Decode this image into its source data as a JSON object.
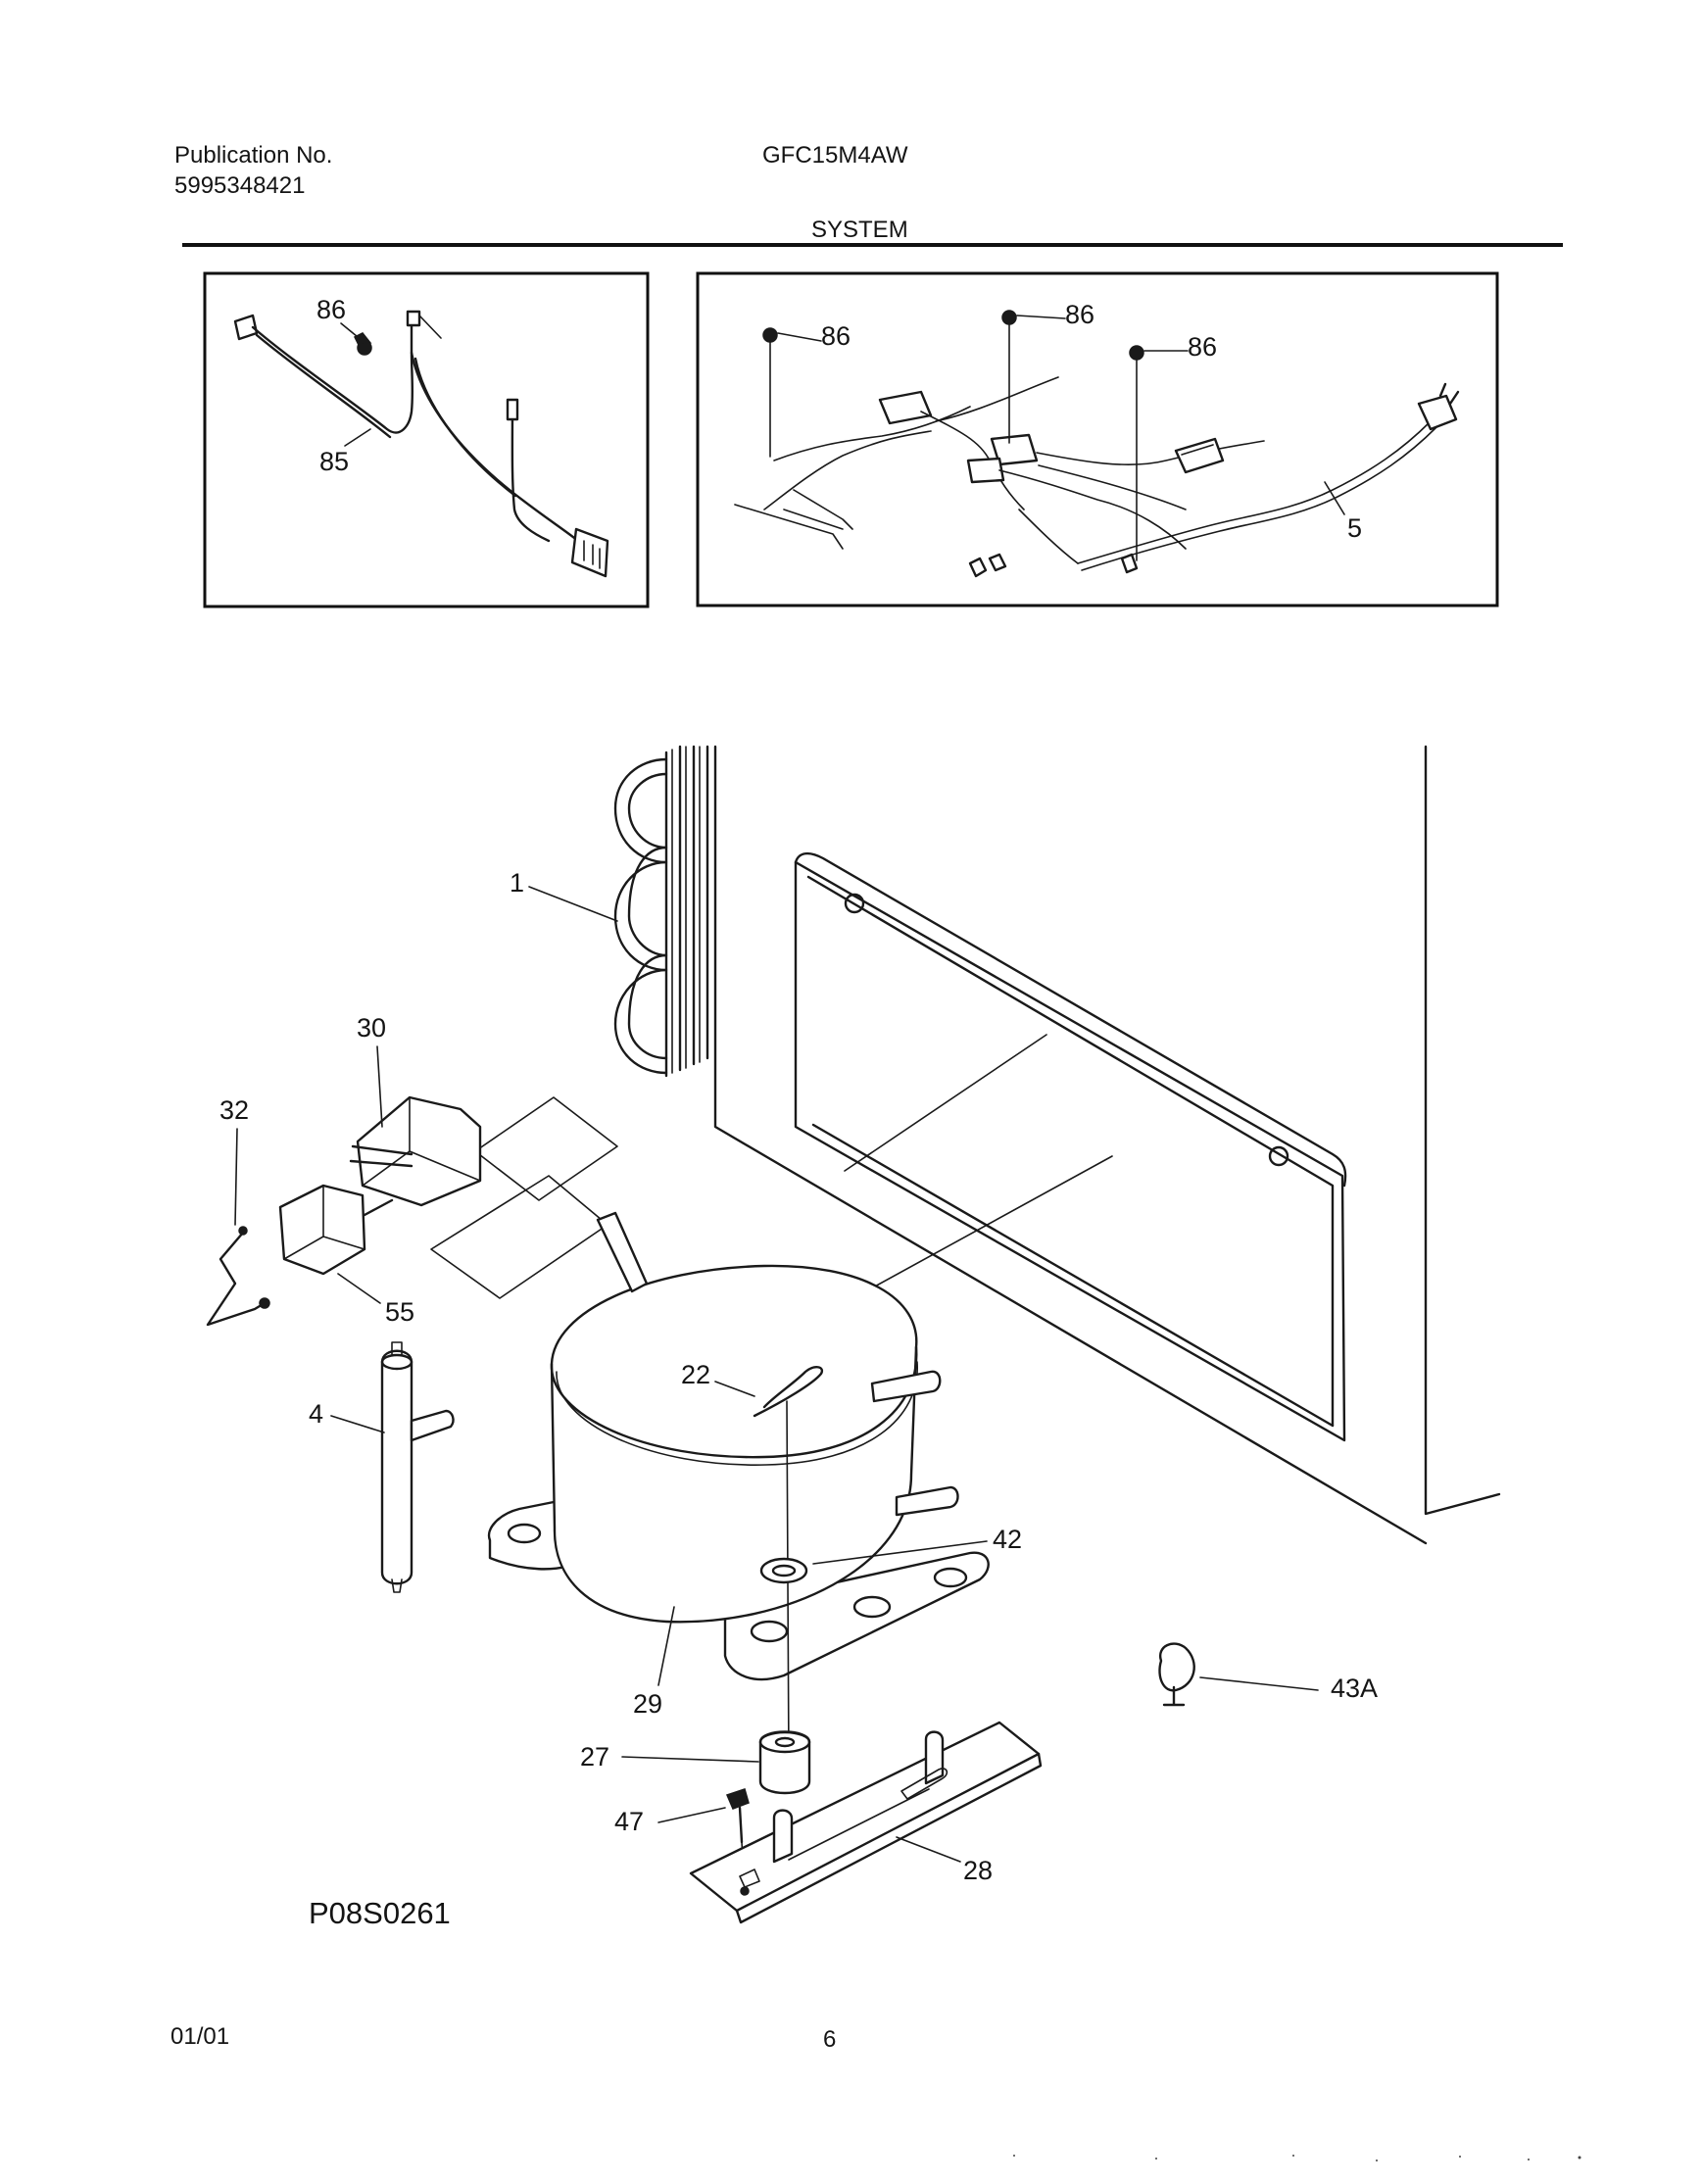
{
  "header": {
    "publication_label": "Publication No.",
    "publication_number": "5995348421",
    "model": "GFC15M4AW",
    "section": "SYSTEM"
  },
  "footer": {
    "date": "01/01",
    "page": "6"
  },
  "diagram_code": "P08S0261",
  "callouts": {
    "c86a": "86",
    "c85": "85",
    "c86b": "86",
    "c86c": "86",
    "c86d": "86",
    "c5": "5",
    "c1": "1",
    "c30": "30",
    "c32": "32",
    "c55": "55",
    "c4": "4",
    "c22": "22",
    "c42": "42",
    "c29": "29",
    "c43a": "43A",
    "c27": "27",
    "c47": "47",
    "c28": "28"
  }
}
